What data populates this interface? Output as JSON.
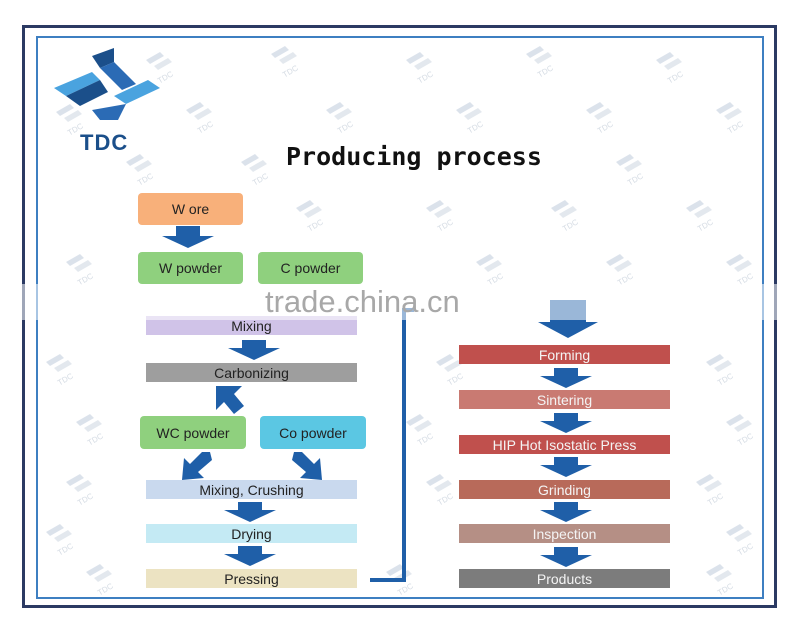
{
  "logo": {
    "text": "TDC",
    "icon": "tdc-logo-icon"
  },
  "watermark": {
    "text": "TDC",
    "banner_text": "trade.china.cn"
  },
  "title": "Producing process",
  "left_flow": {
    "w_ore": "W ore",
    "w_powder": "W powder",
    "c_powder": "C powder",
    "mixing": "Mixing",
    "carbonizing": "Carbonizing",
    "wc_powder": "WC powder",
    "co_powder": "Co powder",
    "mixing_crushing": "Mixing, Crushing",
    "drying": "Drying",
    "pressing": "Pressing"
  },
  "right_flow": {
    "forming": "Forming",
    "sintering": "Sintering",
    "hip": "HIP  Hot Isostatic Press",
    "grinding": "Grinding",
    "inspection": "Inspection",
    "products": "Products"
  },
  "colors": {
    "frame_outer": "#2b3a63",
    "frame_inner": "#3e7fc1",
    "arrow": "#1f5fa8",
    "ore_orange": "#f8b07a",
    "green": "#8fd07e",
    "cyan": "#5bc7e3",
    "purple": "#d0c3e8",
    "gray": "#9e9e9e",
    "light_blue": "#c9d9ee",
    "light_cyan": "#c4eaf4",
    "tan": "#ece3c2",
    "red": "#c0504d",
    "rose": "#c97a72",
    "brown": "#b86a5a",
    "taupe": "#b58f85",
    "dark_gray": "#7c7c7c"
  }
}
